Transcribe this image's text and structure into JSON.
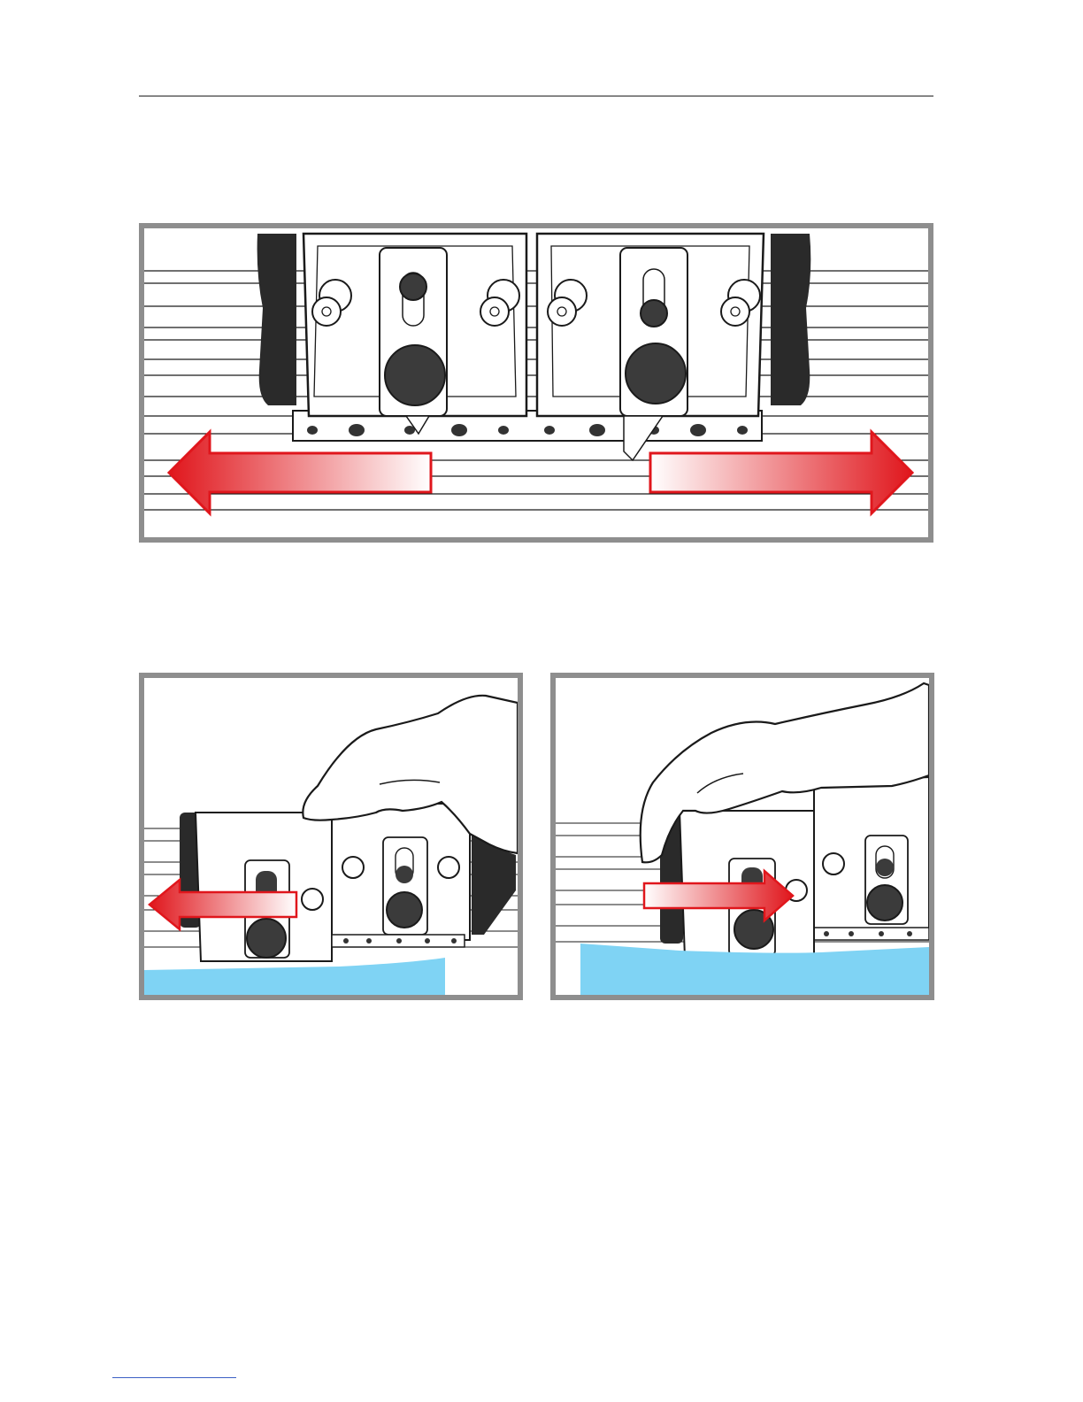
{
  "page": {
    "figures": [
      {
        "id": "figure-top",
        "arrows": [
          "left",
          "right"
        ]
      },
      {
        "id": "figure-bottom-left",
        "arrows": [
          "left"
        ]
      },
      {
        "id": "figure-bottom-right",
        "arrows": [
          "right"
        ]
      }
    ]
  },
  "colors": {
    "frame": "#8e8e8e",
    "arrow_red": "#e0161c",
    "media_blue": "#7fd3f4",
    "knob_dark": "#3b3b3b",
    "handle_black": "#2a2a2a",
    "outline": "#1a1a1a",
    "rule": "#222222",
    "footer_link": "#3b5fc4"
  },
  "icons": {
    "left_arrow": "arrow-left-icon",
    "right_arrow": "arrow-right-icon",
    "knob": "knob-icon",
    "thumbscrew": "thumbscrew-icon",
    "hand": "hand-icon"
  }
}
